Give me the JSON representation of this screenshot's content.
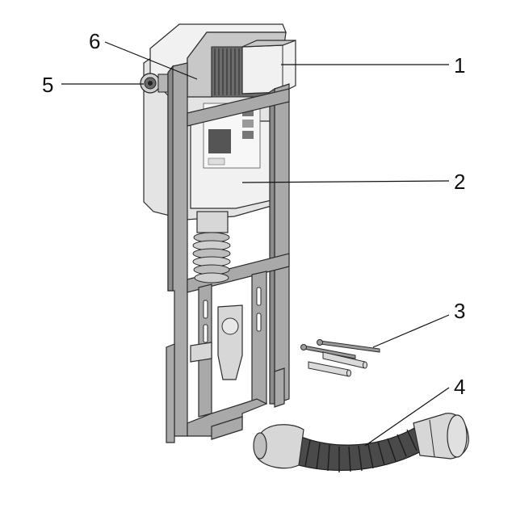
{
  "colors": {
    "frame": "#a9a9a9",
    "tank": "#e4e4e4",
    "hose": "#4a4a4a",
    "lines": "#111111"
  },
  "callouts": {
    "c1": "1",
    "c2": "2",
    "c3": "3",
    "c4": "4",
    "c5": "5",
    "c6": "6"
  }
}
